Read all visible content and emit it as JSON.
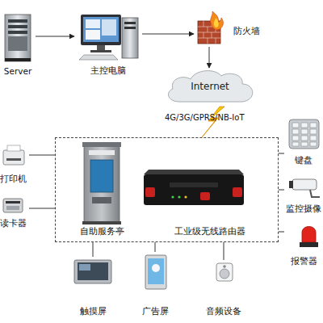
{
  "diagram": {
    "nodes": [
      {
        "text": [
          "Server"
        ]
      },
      {
        "text": [
          "主控电脑"
        ]
      },
      {
        "text": [
          "防火墙"
        ]
      },
      {
        "text": [
          "Internet"
        ]
      },
      {
        "text": [
          "打印机"
        ]
      },
      {
        "text": [
          "读卡器"
        ]
      },
      {
        "text": []
      },
      {
        "text": [
          "自助服务亭"
        ],
        "in": 6
      },
      {
        "text": [
          "工业级无线路由器"
        ],
        "in": 6
      },
      {
        "text": [
          "键盘"
        ]
      },
      {
        "text": [
          "监控摄像"
        ]
      },
      {
        "text": [
          "报警器"
        ]
      },
      {
        "text": [
          "触摸屏"
        ]
      },
      {
        "text": [
          "广告屏"
        ]
      },
      {
        "text": [
          "音频设备"
        ]
      }
    ],
    "edges": [
      {
        "from": 0,
        "to": 1,
        "arrow": "to"
      },
      {
        "from": 1,
        "to": 2,
        "arrow": "to"
      },
      {
        "from": 2,
        "to": 3,
        "arrow": "to"
      },
      {
        "from": 4,
        "to": 6,
        "arrow": "none"
      },
      {
        "from": 5,
        "to": 6,
        "arrow": "none"
      },
      {
        "from": 6,
        "to": 9,
        "arrow": "none"
      },
      {
        "from": 6,
        "to": 10,
        "arrow": "none"
      },
      {
        "from": 6,
        "to": 11,
        "arrow": "none"
      },
      {
        "from": 6,
        "to": 12,
        "arrow": "none"
      },
      {
        "from": 6,
        "to": 13,
        "arrow": "none"
      },
      {
        "from": 6,
        "to": 14,
        "arrow": "none"
      }
    ],
    "labels": [
      "4G/3G/GPRS/NB-IoT"
    ]
  }
}
